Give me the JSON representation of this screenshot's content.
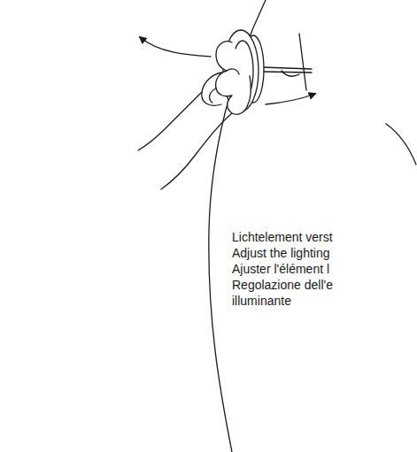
{
  "diagram": {
    "labels": [
      "Lichtelement verst",
      "Adjust the lighting",
      "Ajuster l'élément l",
      "Regolazione dell'e illuminante"
    ]
  }
}
